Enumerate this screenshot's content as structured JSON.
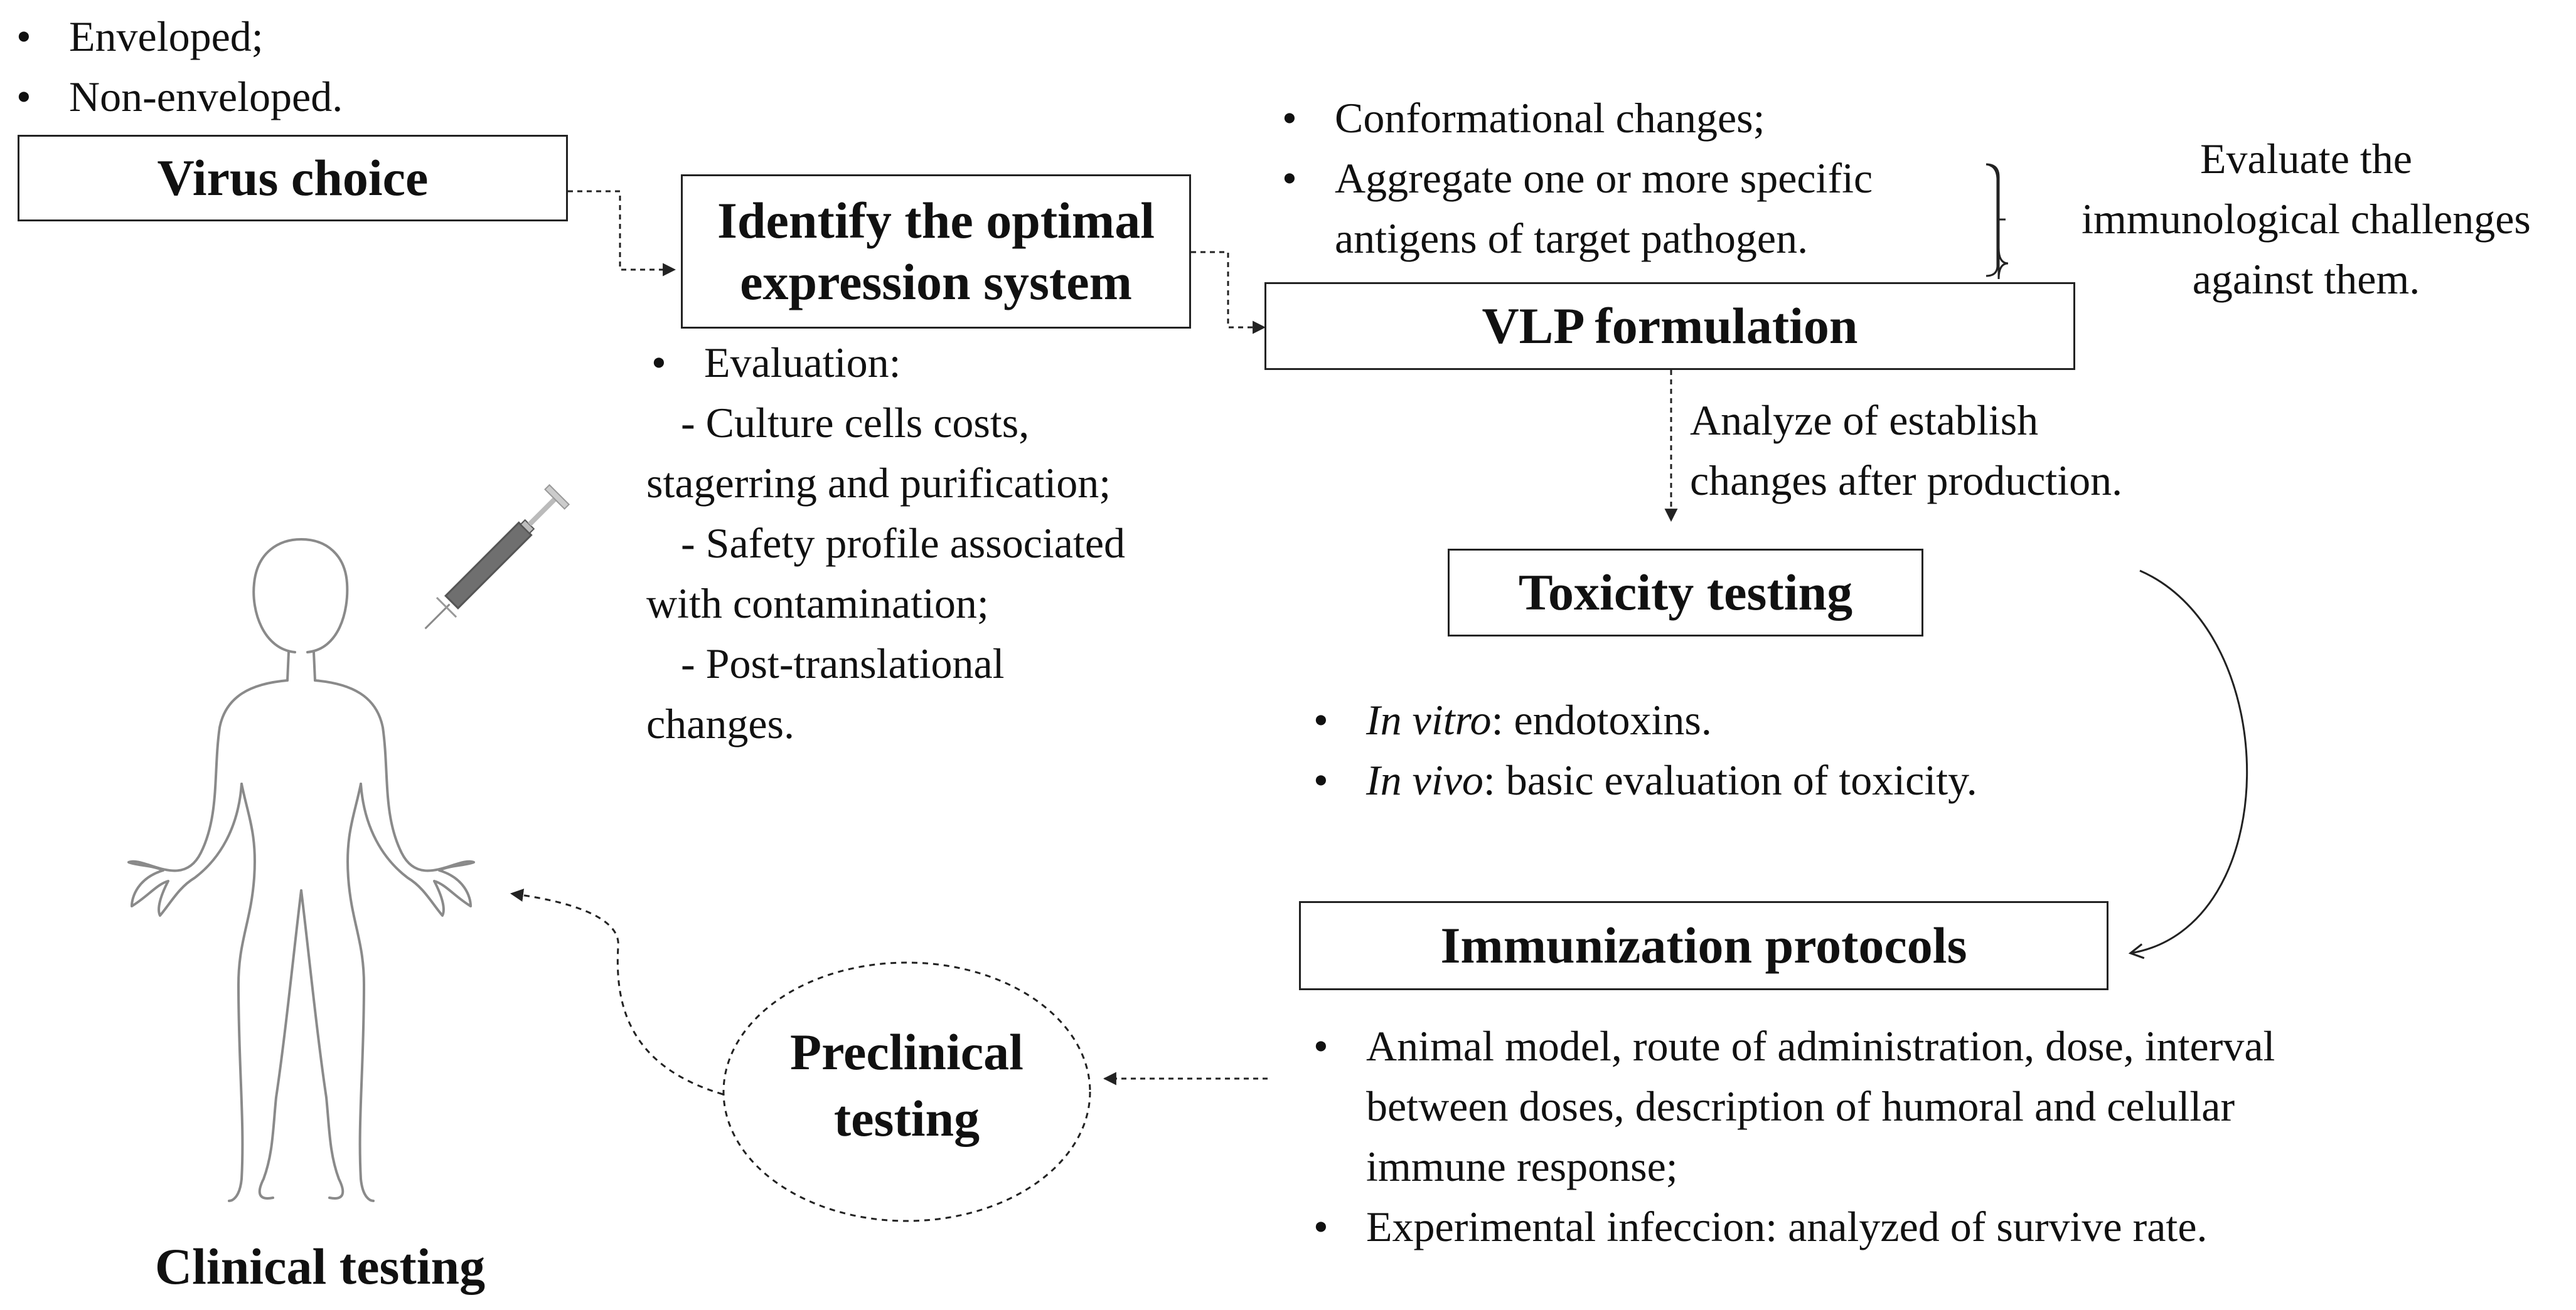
{
  "virus_choice": {
    "bullets": [
      "Enveloped;",
      "Non-enveloped."
    ],
    "label": "Virus choice"
  },
  "expression_system": {
    "label_line1": "Identify the optimal",
    "label_line2": "expression system",
    "evaluation_bullet": "Evaluation:",
    "evaluation_lines": [
      "- Culture cells costs,",
      "stagerring and purification;",
      "- Safety profile associated",
      "with contamination;",
      "- Post-translational",
      "changes."
    ]
  },
  "vlp": {
    "bullets": [
      "Conformational changes;",
      "Aggregate one or more specific",
      "antigens of target pathogen."
    ],
    "side_note": [
      "Evaluate the",
      "immunological challenges",
      "against them."
    ],
    "label": "VLP formulation",
    "analyze_note": [
      "Analyze of establish",
      "changes after production."
    ]
  },
  "toxicity": {
    "label": "Toxicity testing",
    "items": [
      {
        "italic": "In vitro",
        "rest": ": endotoxins."
      },
      {
        "italic": "In vivo",
        "rest": ":  basic evaluation of toxicity."
      }
    ]
  },
  "immunization": {
    "label": "Immunization protocols",
    "bullet1_lines": [
      "Animal model, route of administration, dose, interval",
      "between doses, description of humoral and celullar",
      "immune response;"
    ],
    "bullet2": "Experimental infeccion: analyzed of survive rate."
  },
  "preclinical": {
    "line1": "Preclinical",
    "line2": "testing"
  },
  "clinical": {
    "label": "Clinical testing"
  },
  "colors": {
    "stroke": "#222222",
    "figure_outline": "#8a8a8a",
    "syringe_barrel": "#6f6f6f"
  }
}
